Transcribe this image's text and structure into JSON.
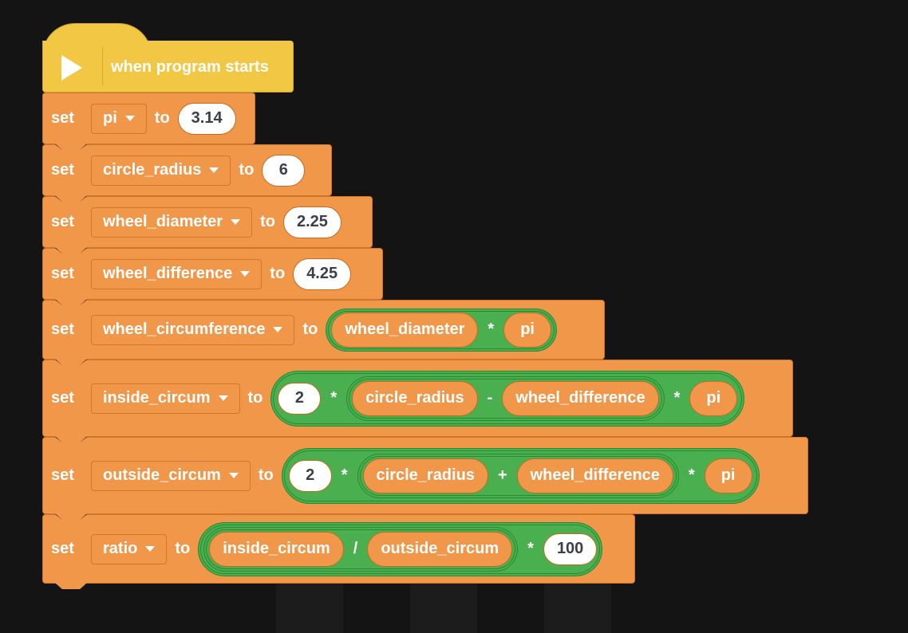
{
  "hat": {
    "label": "when program starts",
    "icon": "play-icon",
    "color": "#f2c744"
  },
  "colors": {
    "variable_block": "#f0974a",
    "operator_block": "#4ab04f",
    "background": "#141414",
    "number_text": "#3b3f4b"
  },
  "keywords": {
    "set": "set",
    "to": "to"
  },
  "ops": {
    "times": "*",
    "minus": "-",
    "plus": "+",
    "divide": "/"
  },
  "blocks": [
    {
      "var": "pi",
      "value": "3.14"
    },
    {
      "var": "circle_radius",
      "value": "6"
    },
    {
      "var": "wheel_diameter",
      "value": "2.25"
    },
    {
      "var": "wheel_difference",
      "value": "4.25"
    },
    {
      "var": "wheel_circumference",
      "expr": {
        "a": "wheel_diameter",
        "b": "pi"
      }
    },
    {
      "var": "inside_circum",
      "expr": {
        "n": "2",
        "a": "circle_radius",
        "b": "wheel_difference",
        "c": "pi"
      }
    },
    {
      "var": "outside_circum",
      "expr": {
        "n": "2",
        "a": "circle_radius",
        "b": "wheel_difference",
        "c": "pi"
      }
    },
    {
      "var": "ratio",
      "expr": {
        "a": "inside_circum",
        "b": "outside_circum",
        "n": "100"
      }
    }
  ]
}
